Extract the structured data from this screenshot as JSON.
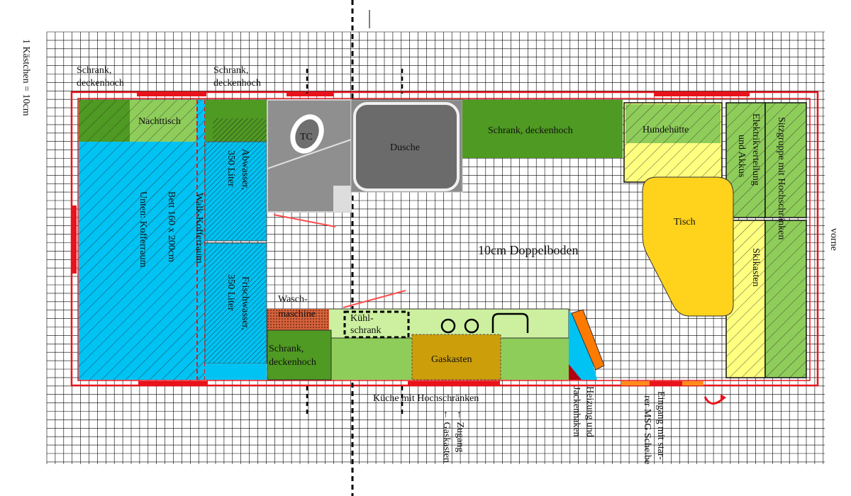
{
  "scale_note": "1 Kästchen = 10cm",
  "orientation_label": "vorne",
  "floor_label": "10cm Doppelboden",
  "rooms": {
    "wardrobe_left": [
      "Schrank,",
      "deckenhoch"
    ],
    "wardrobe_center": [
      "Schrank,",
      "deckenhoch"
    ],
    "nightstand": "Nachttisch",
    "bed": [
      "Bett 160 x 200cm",
      "Unten: Kofferraum"
    ],
    "walk_in_trunk": "Walk-Kofferraum",
    "waste_water": [
      "Abwasser,",
      "350 Liter"
    ],
    "fresh_water": [
      "Frischwasser,",
      "350 Liter"
    ],
    "toilet": "TC",
    "shower": "Dusche",
    "wardrobe_top": "Schrank, deckenhoch",
    "dog_house": "Hundehütte",
    "electrics": [
      "Elektrikverteilung",
      "und Akkus"
    ],
    "seating": "Sitzgruppe mit Hochschränken",
    "ski_box": "Skikasten",
    "table": "Tisch",
    "washing_machine": [
      "Wasch-",
      "maschine"
    ],
    "fridge": [
      "Kühl-",
      "schrank"
    ],
    "wardrobe_bottom": [
      "Schrank,",
      "deckenhoch"
    ],
    "gas_box": "Gaskasten",
    "kitchen": "Küche mit Hochschränken",
    "gas_access": [
      "← Zugang",
      "← Gaskasten"
    ],
    "heating": [
      "Heizung und",
      "Jackenhaken"
    ],
    "entrance": [
      "Eingang mit star-",
      "rer MSG Scheibe"
    ]
  },
  "colors": {
    "wall": "#e8131b",
    "bed": "#00c3f4",
    "dark_green": "#4f9a22",
    "light_green": "#8fcd5b",
    "pale_green": "#ccf0a0",
    "yellow": "#ffff80",
    "table": "#ffd21c",
    "gas": "#cc9e0a",
    "shower": "#6b6b6b",
    "toilet": "#8f8f8f",
    "orange": "#ff7a00",
    "dark_red": "#b00010",
    "grid": "#000000"
  }
}
